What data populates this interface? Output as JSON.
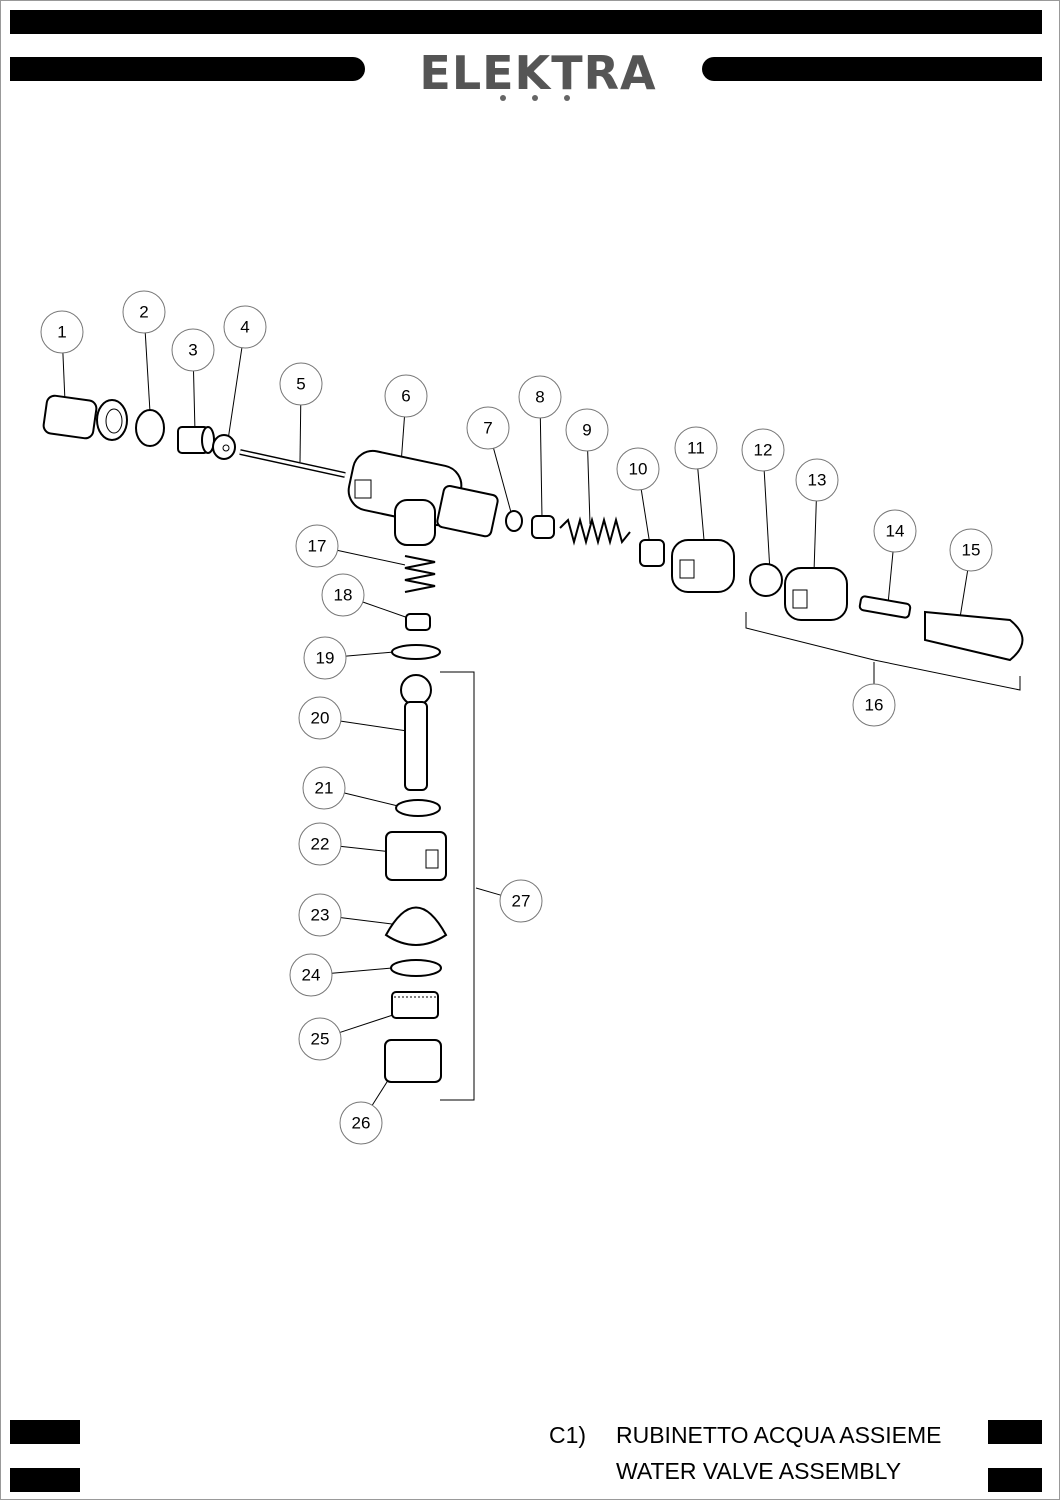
{
  "brand": {
    "logo_text": "ELEKTRA"
  },
  "diagram": {
    "callouts": [
      "1",
      "2",
      "3",
      "4",
      "5",
      "6",
      "7",
      "8",
      "9",
      "10",
      "11",
      "12",
      "13",
      "14",
      "15",
      "16",
      "17",
      "18",
      "19",
      "20",
      "21",
      "22",
      "23",
      "24",
      "25",
      "26",
      "27"
    ]
  },
  "footer": {
    "code": "C1)",
    "title_it": "RUBINETTO ACQUA ASSIEME",
    "title_en": "WATER VALVE ASSEMBLY"
  }
}
